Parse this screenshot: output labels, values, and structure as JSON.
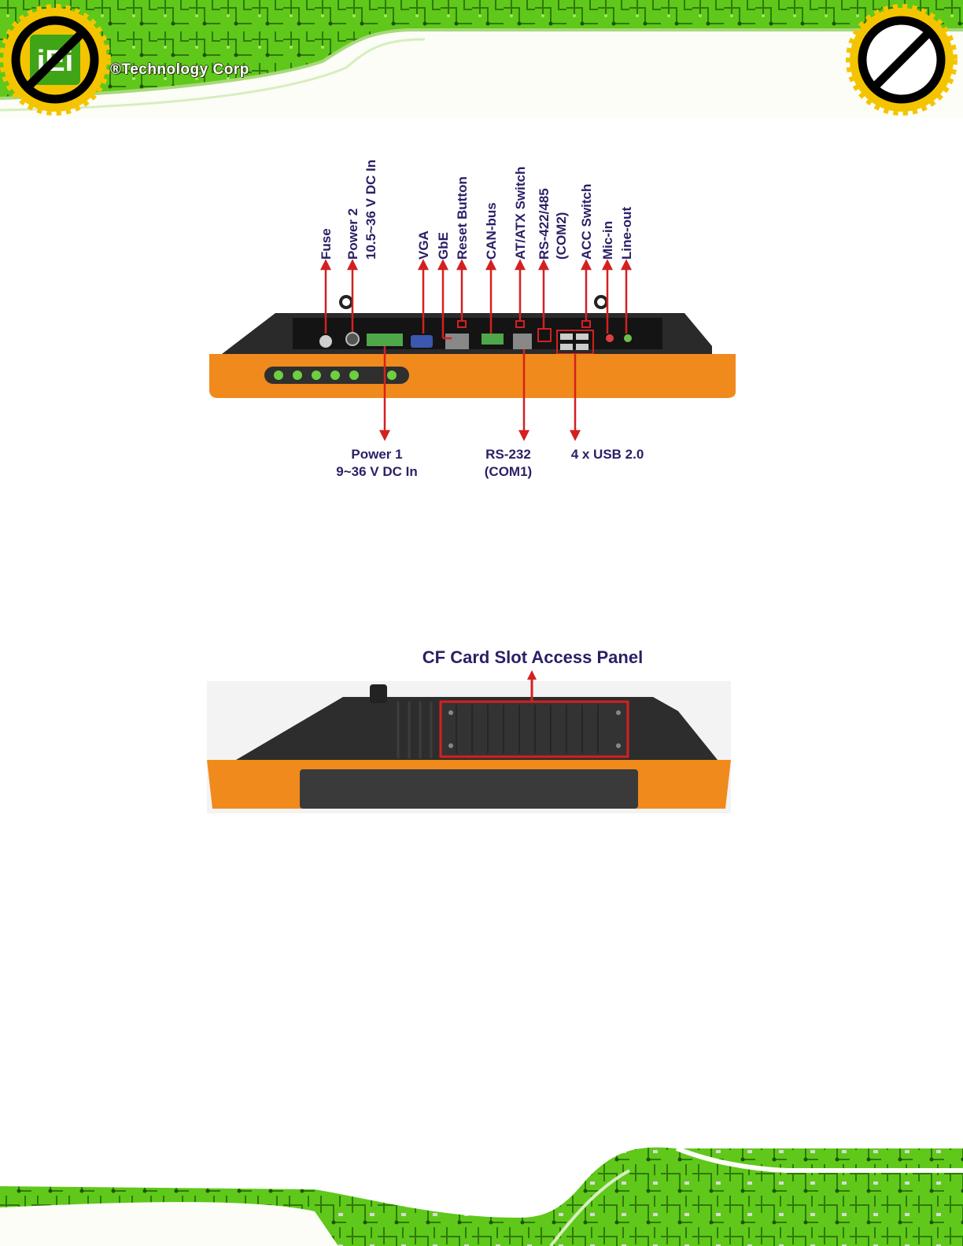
{
  "header": {
    "brand_text": "®Technology Corp",
    "logo_icon": "iei-logo-icon",
    "left_badge_icon": "no-entry-gear-icon",
    "right_badge_icon": "no-entry-gear-icon",
    "colors": {
      "pcb_green": "#5fc81a",
      "badge_yellow": "#f5c400",
      "band_white": "#fbfdf6"
    }
  },
  "figure_rear": {
    "top_labels": [
      {
        "lines": [
          "Fuse"
        ]
      },
      {
        "lines": [
          "Power 2",
          "10.5~36 V DC In"
        ]
      },
      {
        "lines": [
          "VGA"
        ]
      },
      {
        "lines": [
          "GbE"
        ]
      },
      {
        "lines": [
          "Reset Button"
        ]
      },
      {
        "lines": [
          "CAN-bus"
        ]
      },
      {
        "lines": [
          "AT/ATX Switch"
        ]
      },
      {
        "lines": [
          "RS-422/485",
          "(COM2)"
        ]
      },
      {
        "lines": [
          "ACC Switch"
        ]
      },
      {
        "lines": [
          "Mic-in"
        ]
      },
      {
        "lines": [
          "Line-out"
        ]
      }
    ],
    "bottom_labels": [
      {
        "lines": [
          "Power 1",
          "9~36 V DC In"
        ]
      },
      {
        "lines": [
          "RS-232",
          "(COM1)"
        ]
      },
      {
        "lines": [
          "4 x USB 2.0"
        ]
      }
    ],
    "colors": {
      "label": "#2b1f66",
      "arrow": "#d42020",
      "bezel": "#f08a1c",
      "body": "#2a2a2a"
    }
  },
  "figure_side": {
    "label": "CF Card Slot Access Panel",
    "colors": {
      "label": "#2b1f66",
      "arrow": "#d42020",
      "bezel": "#f08a1c",
      "body": "#2d2d2d"
    }
  }
}
